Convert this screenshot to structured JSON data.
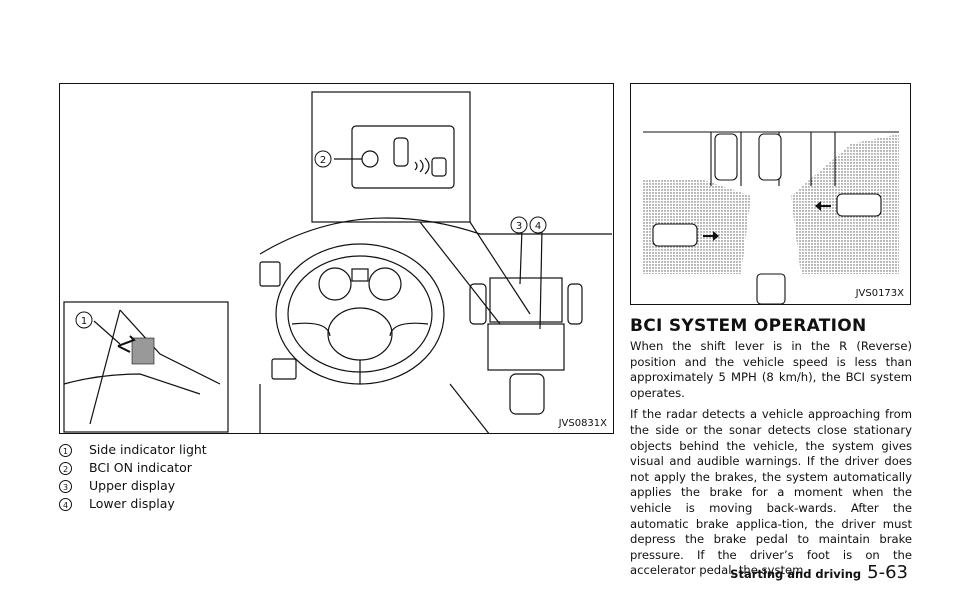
{
  "figure_left": {
    "code": "JVS0831X",
    "markers": [
      "1",
      "2",
      "3",
      "4"
    ]
  },
  "figure_right": {
    "code": "JVS0173X"
  },
  "callouts": [
    {
      "num": "1",
      "label": "Side indicator light"
    },
    {
      "num": "2",
      "label": "BCI ON indicator"
    },
    {
      "num": "3",
      "label": "Upper display"
    },
    {
      "num": "4",
      "label": "Lower display"
    }
  ],
  "section": {
    "heading": "BCI SYSTEM OPERATION",
    "paragraphs": [
      "When the shift lever is in the R (Reverse) position and the vehicle speed is less than approximately 5 MPH (8 km/h), the BCI system operates.",
      "If the radar detects a vehicle approaching from the side or the sonar detects close stationary objects behind the vehicle, the system gives visual and audible warnings. If the driver does not apply the brakes, the system automatically applies the brake for a moment when the vehicle is moving back-wards. After the automatic brake applica-tion, the driver must depress the brake pedal to maintain brake pressure. If the driver’s foot is on the accelerator pedal, the system"
    ]
  },
  "footer": {
    "section_name": "Starting and driving",
    "page_number": "5-63"
  }
}
